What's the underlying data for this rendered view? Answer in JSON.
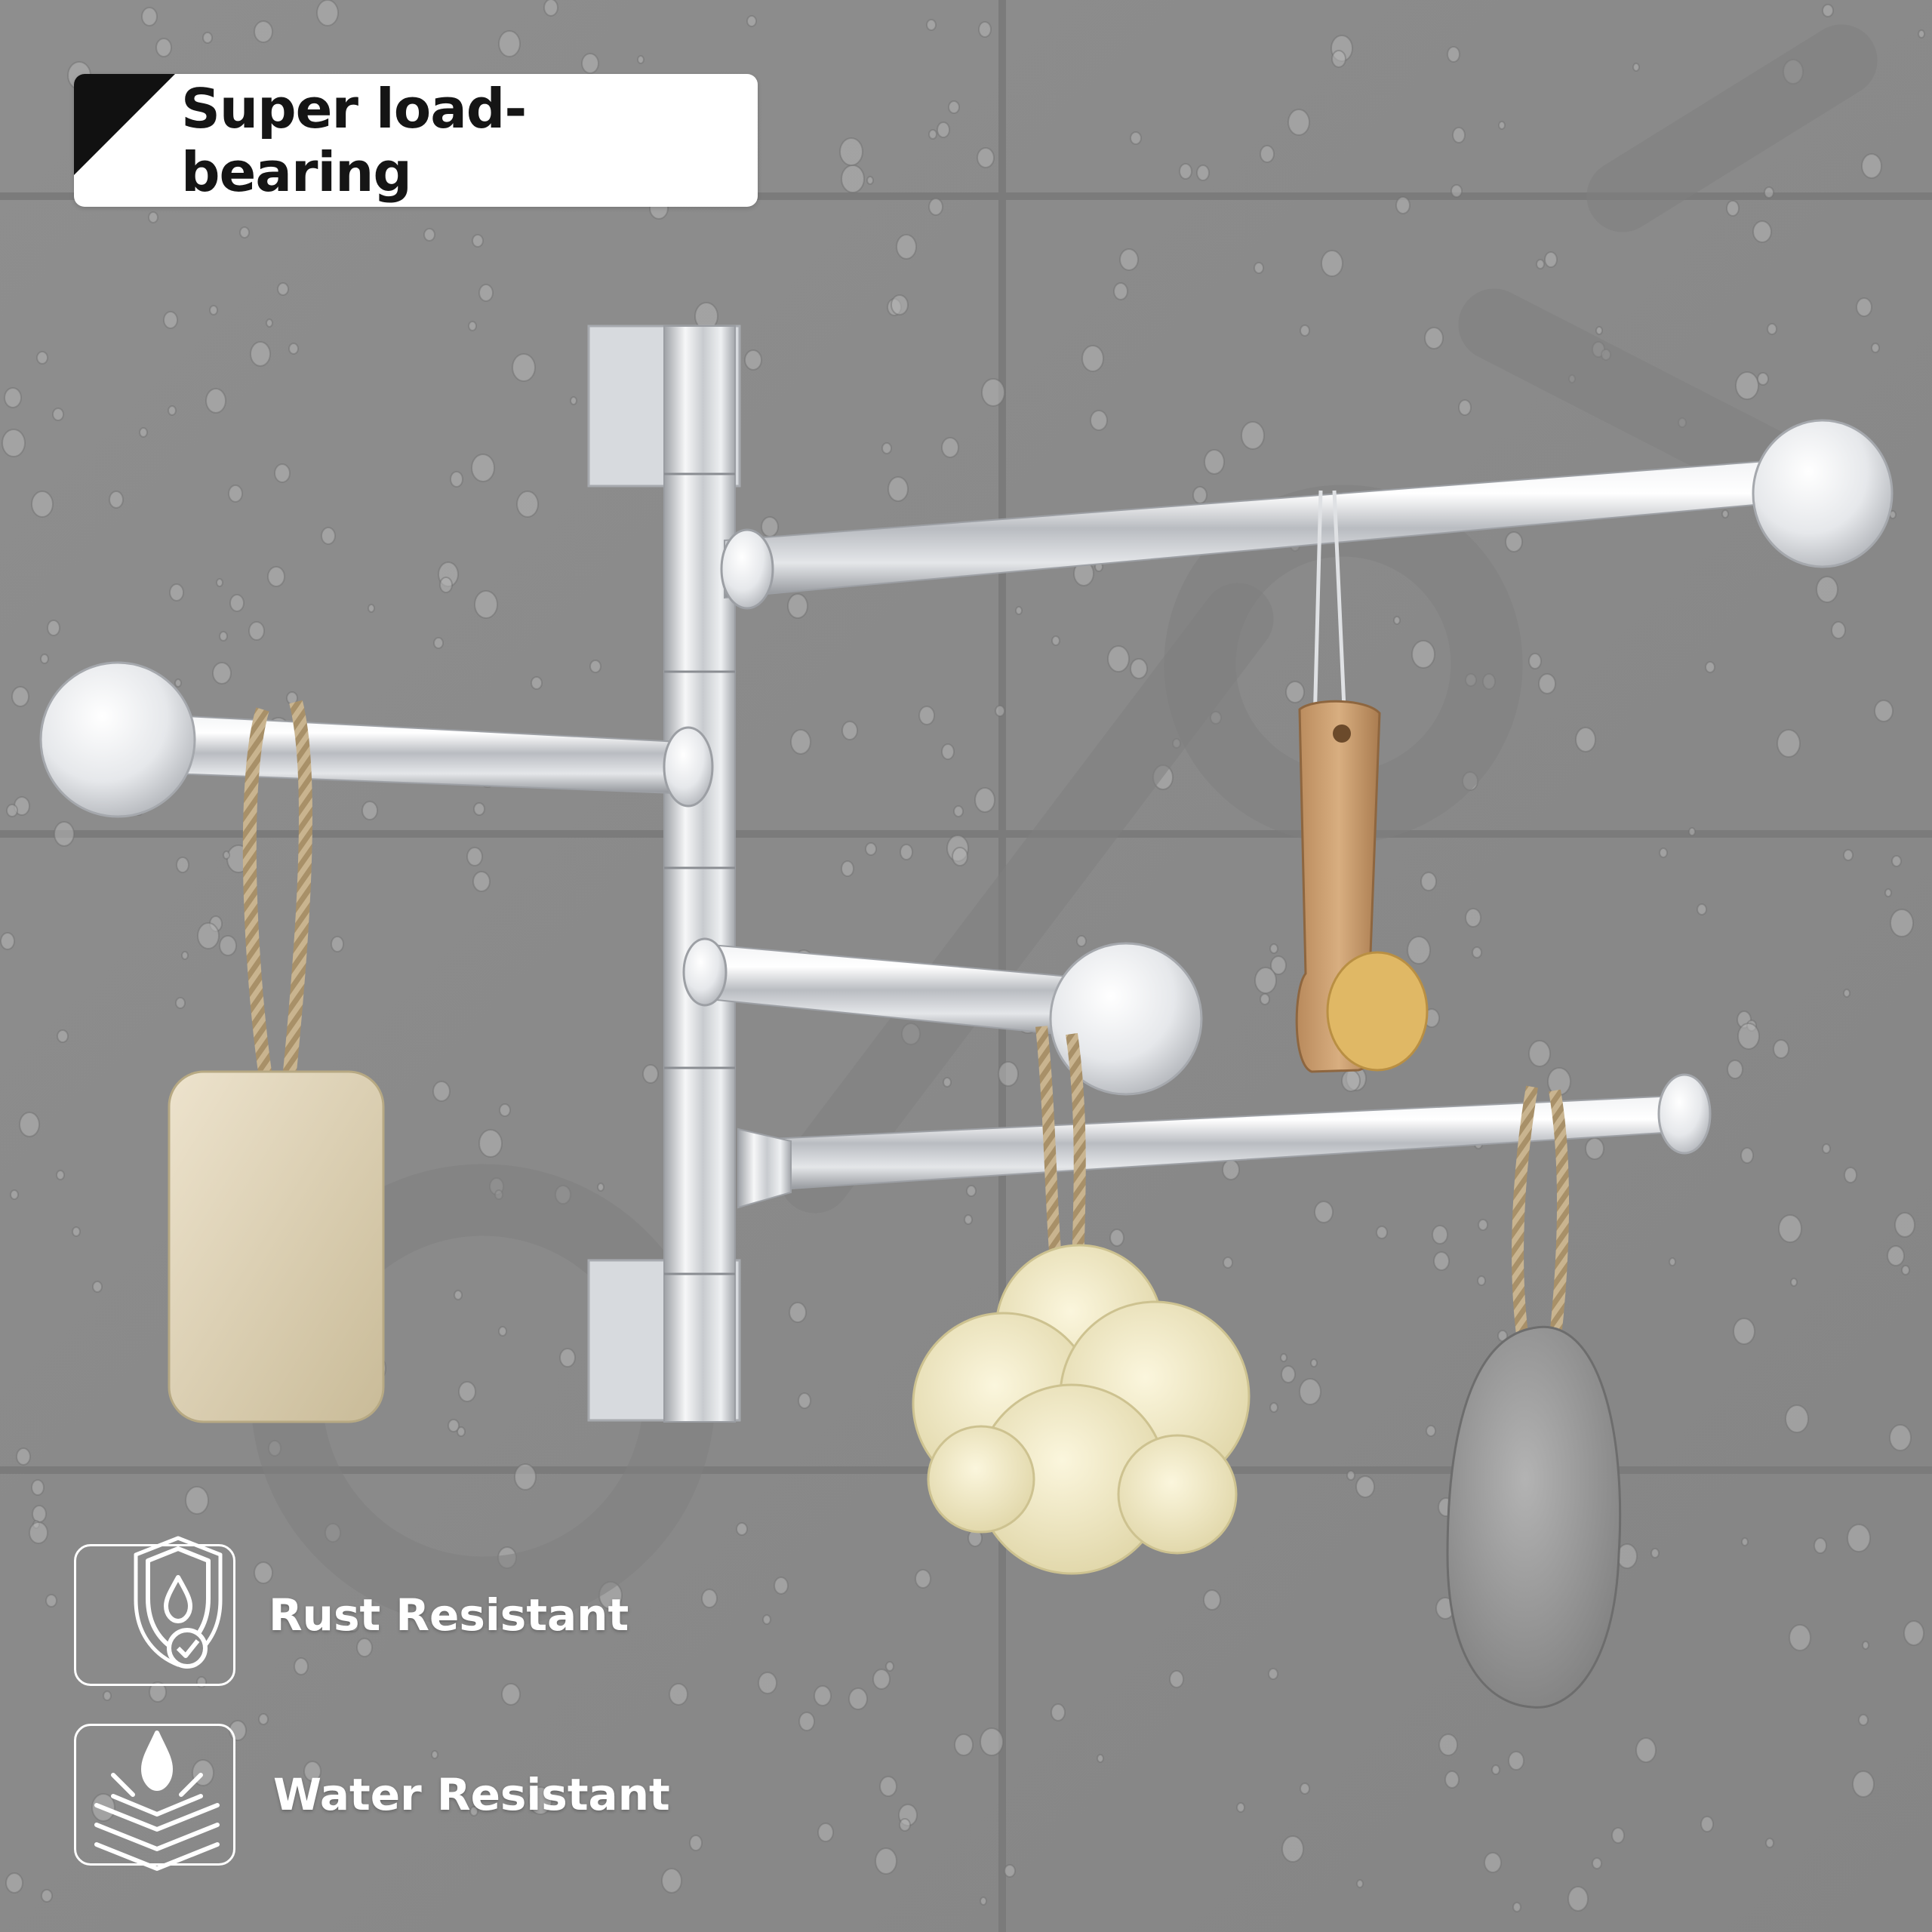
{
  "headline": {
    "text": "Super load-bearing"
  },
  "features": [
    {
      "label": "Rust Resistant",
      "icon": "shield-water-drop-check-icon"
    },
    {
      "label": "Water Resistant",
      "icon": "water-drop-layers-icon"
    }
  ],
  "photo": {
    "subject": "swivel towel rack with four chrome arms",
    "hanging_items": [
      "soap-bar",
      "bath-brush",
      "bath-sponge",
      "pumice-stone"
    ]
  },
  "colors": {
    "wall": "#8a8a8a",
    "grout": "#7a7a7a",
    "chrome": "#d9dce0",
    "card": "#ffffff",
    "accent": "#111111",
    "feature_text": "#ffffff"
  }
}
